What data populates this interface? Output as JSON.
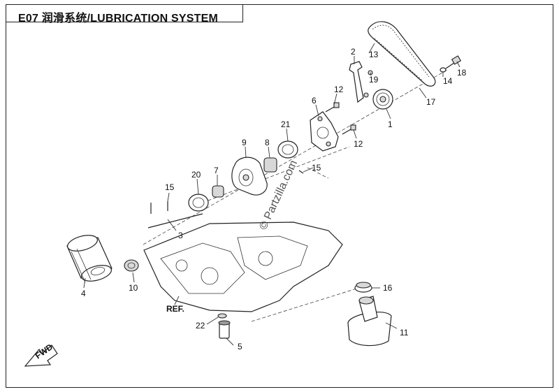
{
  "title": "E07 润滑系统/LUBRICATION SYSTEM",
  "watermark": "© Partzilla.com",
  "ref_label": "REF.",
  "fwd_label": "FWD",
  "callouts": {
    "c1": "1",
    "c2": "2",
    "c3": "3",
    "c4": "4",
    "c5": "5",
    "c6": "6",
    "c7": "7",
    "c8": "8",
    "c9": "9",
    "c10": "10",
    "c11": "11",
    "c12a": "12",
    "c12b": "12",
    "c13": "13",
    "c14": "14",
    "c15a": "15",
    "c15b": "15",
    "c16": "16",
    "c17": "17",
    "c18": "18",
    "c19": "19",
    "c20": "20",
    "c21": "21",
    "c22": "22"
  }
}
